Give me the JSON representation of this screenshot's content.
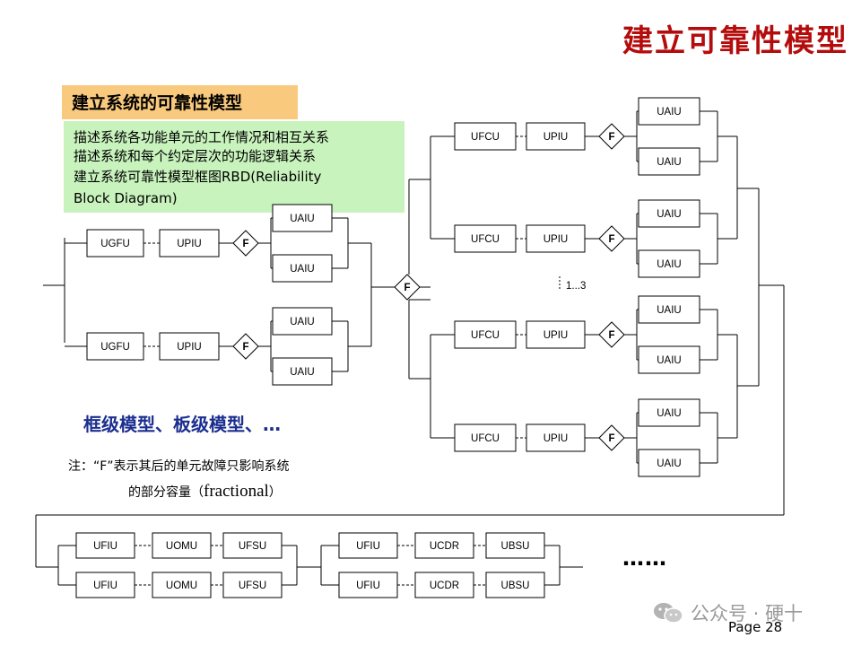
{
  "title": "建立可靠性模型",
  "tag_label": "建立系统的可靠性模型",
  "description": [
    "描述系统各功能单元的工作情况和相互关系",
    "描述系统和每个约定层次的功能逻辑关系",
    "建立系统可靠性模型框图RBD(Reliability",
    "Block Diagram)"
  ],
  "frame_note": "框级模型、板级模型、…",
  "note_line1": "注：“F”表示其后的单元故障只影响系统",
  "note_line2_prefix": "的部分容量（",
  "note_line2_word": "fractional",
  "note_line2_suffix": "）",
  "redundancy_label": "1...3",
  "ellipsis": "……",
  "watermark": "公众号 · 硬十",
  "page_number": "Page 28",
  "block_labels": {
    "ugfu": "UGFU",
    "upiu": "UPIU",
    "uaiu": "UAIU",
    "ufcu": "UFCU",
    "f": "F",
    "ufiu": "UFIU",
    "uomu": "UOMU",
    "ufsu": "UFSU",
    "ucdr": "UCDR",
    "ubsu": "UBSU"
  },
  "colors": {
    "title": "#b40c0c",
    "tag_bg": "#f9c97d",
    "desc_bg": "#c8f3bd",
    "frame_note": "#1b2e8f"
  }
}
